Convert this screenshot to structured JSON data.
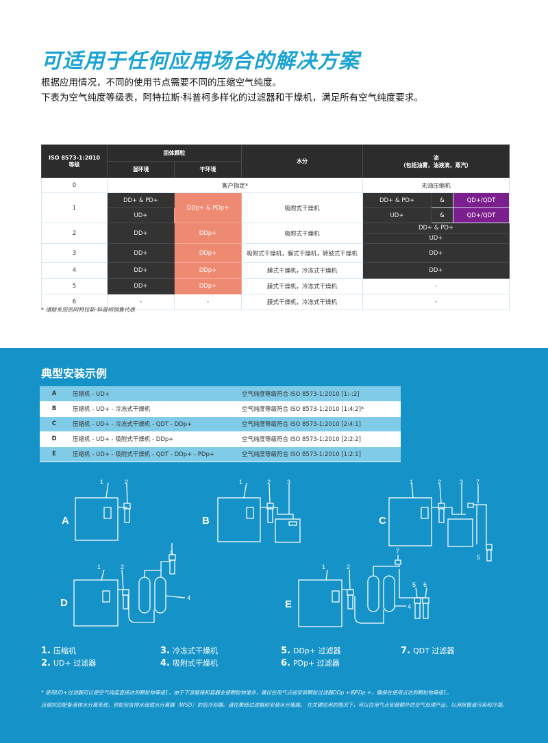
{
  "title": "可适用于任何应用场合的解决方案",
  "intro": [
    "根据应用情况，不同的使用节点需要不同的压缩空气纯度。",
    "下表为空气纯度等级表，阿特拉斯·科普柯多样化的过滤器和干燥机，满足所有空气纯度要求。"
  ],
  "purity_table": {
    "h_iso": "ISO 8573-1:2010",
    "h_grade": "等级",
    "h_solid": "固体颗粒",
    "h_wet": "湿环境",
    "h_dry": "干环境",
    "h_water": "水分",
    "h_oil": "油",
    "h_oil_sub": "（包括油雾，油液滴，蒸汽）",
    "r0_grade": "0",
    "r0_solid": "客户指定*",
    "r0_oil": "无油压缩机",
    "r1_grade": "1",
    "r1_wet_a": "DD+ & PD+",
    "r1_wet_b": "UD+",
    "r1_dry": "DDp+ & PDp+",
    "r1_water": "吸附式干燥机",
    "r1_oil_a": "DD+ & PD+",
    "r1_oil_b": "UD+",
    "r1_amp_a": "&",
    "r1_amp_b": "&",
    "r1_qd_a": "QD+/QDT",
    "r1_qd_b": "QD+/QDT",
    "r2_grade": "2",
    "r2_wet": "DD+",
    "r2_dry": "DDp+",
    "r2_water": "吸附式干燥机",
    "r2_oil_a": "DD+ & PD+",
    "r2_oil_b": "UD+",
    "r3_grade": "3",
    "r3_wet": "DD+",
    "r3_dry": "DDp+",
    "r3_water": "吸附式干燥机，膜式干燥机，转鼓式干燥机",
    "r3_oil": "DD+",
    "r4_grade": "4",
    "r4_wet": "DD+",
    "r4_dry": "DDp+",
    "r4_water": "膜式干燥机，冷冻式干燥机",
    "r4_oil": "DD+",
    "r5_grade": "5",
    "r5_wet": "DD+",
    "r5_dry": "DDp+",
    "r5_water": "膜式干燥机，冷冻式干燥机",
    "r5_oil": "-",
    "r6_grade": "6",
    "r6_wet": "-",
    "r6_dry": "-",
    "r6_water": "膜式干燥机，冷冻式干燥机",
    "r6_oil": "-"
  },
  "footnote1": "* 请联系您的阿特拉斯·科普柯销售代表",
  "section_title": "典型安装示例",
  "install_rows": [
    {
      "key": "A",
      "config": "压缩机 - UD+",
      "purity": "空气纯度等级符合 ISO 8573-1:2010 [1:-:2]"
    },
    {
      "key": "B",
      "config": "压缩机 - UD+ - 冷冻式干燥机",
      "purity": "空气纯度等级符合 ISO 8573-1:2010 [1:4:2]*"
    },
    {
      "key": "C",
      "config": "压缩机 - UD+ - 冷冻式干燥机 - QDT - DDp+",
      "purity": "空气纯度等级符合 ISO 8573-1:2010 [2:4:1]"
    },
    {
      "key": "D",
      "config": "压缩机 - UD+ - 吸附式干燥机 - DDp+",
      "purity": "空气纯度等级符合 ISO 8573-1:2010 [2:2:2]"
    },
    {
      "key": "E",
      "config": "压缩机 - UD+ - 吸附式干燥机 - QDT - DDp+ - PDp+",
      "purity": "空气纯度等级符合 ISO 8573-1:2010 [1:2:1]"
    }
  ],
  "diagram_labels": {
    "A": "A",
    "B": "B",
    "C": "C",
    "D": "D",
    "E": "E",
    "n1": "1",
    "n2": "2",
    "n3": "3",
    "n4": "4",
    "n5": "5",
    "n6": "6",
    "n7": "7"
  },
  "legend": [
    {
      "num": "1.",
      "label": "压缩机"
    },
    {
      "num": "2.",
      "label": "UD+ 过滤器"
    },
    {
      "num": "3.",
      "label": "冷冻式干燥机"
    },
    {
      "num": "4.",
      "label": "吸附式干燥机"
    },
    {
      "num": "5.",
      "label": "DDp+ 过滤器"
    },
    {
      "num": "6.",
      "label": "PDp+ 过滤器"
    },
    {
      "num": "7.",
      "label": "QDT 过滤器"
    }
  ],
  "footnote2": "* 使用UD+过滤器可以使空气纯度直接达到颗粒物等级1。由于下游管路和容器会使颗粒物增多，建议在用气点前安装颗粒过滤器DDp +和PDp +，确保在使用点达到颗粒物等级1。",
  "footnote3": "压缩机应配备液体水分离系统，例如包含排水阀或水分离器（WSD）的后冷却器。请在聚结过滤器前安装水分离器。 在关键应用的情况下，可以在用气点安装额外的空气处理产品，以消除管道污染和冷凝。",
  "colors": {
    "accent": "#1aa3d4",
    "blue_bg": "#1592c7",
    "dark": "#333333",
    "orange": "#ef8a72",
    "purple": "#7b1f8f",
    "light_blue_row": "#7fcbe8"
  }
}
